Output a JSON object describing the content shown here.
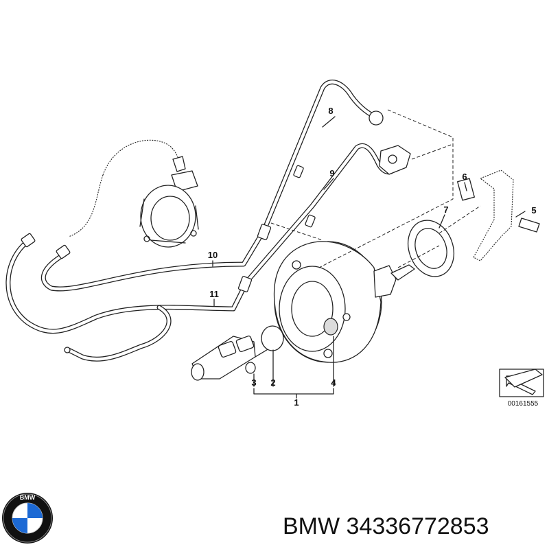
{
  "callouts": [
    {
      "id": "1",
      "label": "1"
    },
    {
      "id": "2",
      "label": "2"
    },
    {
      "id": "3",
      "label": "3"
    },
    {
      "id": "4",
      "label": "4"
    },
    {
      "id": "5",
      "label": "5"
    },
    {
      "id": "6",
      "label": "6"
    },
    {
      "id": "7",
      "label": "7"
    },
    {
      "id": "8",
      "label": "8"
    },
    {
      "id": "9",
      "label": "9"
    },
    {
      "id": "10",
      "label": "10"
    },
    {
      "id": "11",
      "label": "11"
    }
  ],
  "diagram_code": "00161555",
  "brand": {
    "caption": "BMW 34336772853",
    "logo_letters": "BMW",
    "logo_colors": {
      "blue": "#1c69d4",
      "white": "#ffffff",
      "ring": "#111111"
    }
  }
}
